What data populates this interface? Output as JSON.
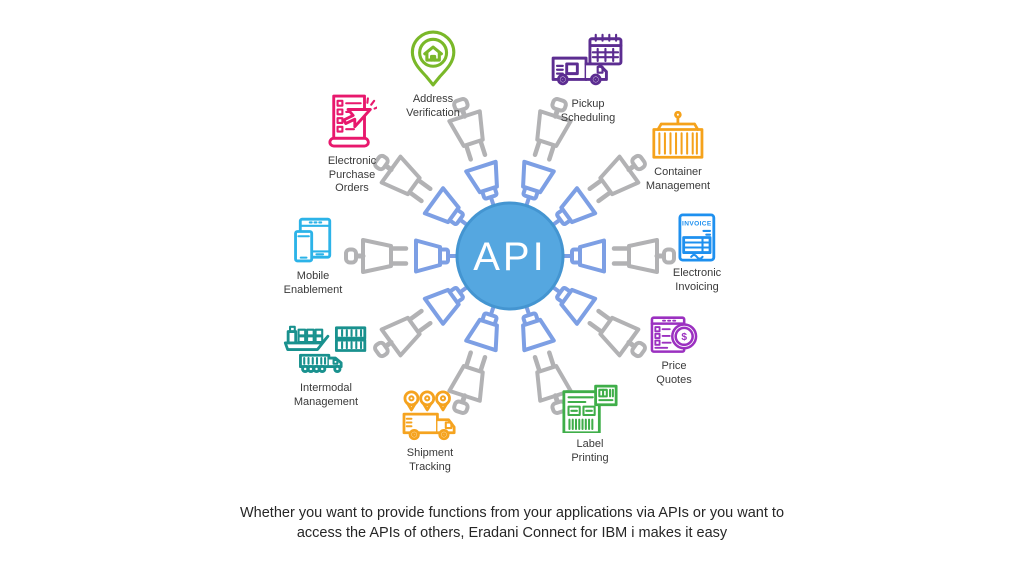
{
  "hub": {
    "center_label": "API",
    "circle_fill": "#55a7e0",
    "circle_stroke": "#4495d1",
    "text_color": "#ffffff",
    "socket_color": "#7d9fe4",
    "plug_color": "#b2b2b4"
  },
  "spokes": [
    {
      "label": "Address\nVerification",
      "color": "#7ab829"
    },
    {
      "label": "Pickup\nScheduling",
      "color": "#5c2d91"
    },
    {
      "label": "Container\nManagement",
      "color": "#f5a21b"
    },
    {
      "label": "Electronic\nInvoicing",
      "color": "#1e90ef",
      "icon_text": "INVOICE"
    },
    {
      "label": "Price\nQuotes",
      "color": "#9b30c0",
      "icon_text": "$"
    },
    {
      "label": "Label\nPrinting",
      "color": "#3fae49"
    },
    {
      "label": "Shipment\nTracking",
      "color": "#f5a31f"
    },
    {
      "label": "Intermodal\nManagement",
      "color": "#19918e"
    },
    {
      "label": "Mobile\nEnablement",
      "color": "#2cb3e8"
    },
    {
      "label": "Electronic\nPurchase\nOrders",
      "color": "#e8186d"
    }
  ],
  "caption": "Whether you want to provide functions from your applications via APIs or you want to\naccess the APIs of others, Eradani Connect for IBM i makes it easy"
}
